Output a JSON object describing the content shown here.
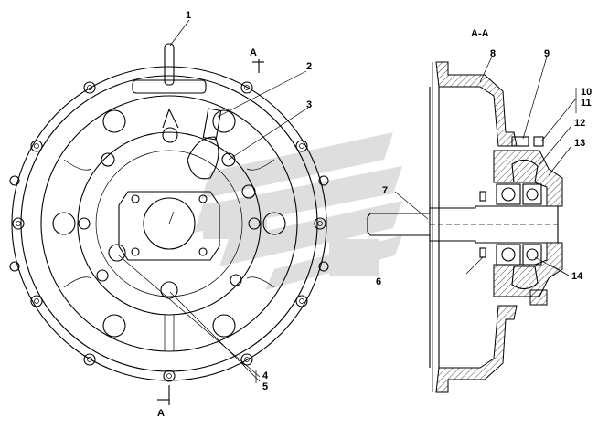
{
  "diagram": {
    "section_title": "А-А",
    "section_mark": "А",
    "watermark_color": "#d9d9d9",
    "callouts": [
      "1",
      "2",
      "3",
      "4",
      "5",
      "6",
      "7",
      "8",
      "9",
      "10",
      "11",
      "12",
      "13",
      "14"
    ]
  }
}
